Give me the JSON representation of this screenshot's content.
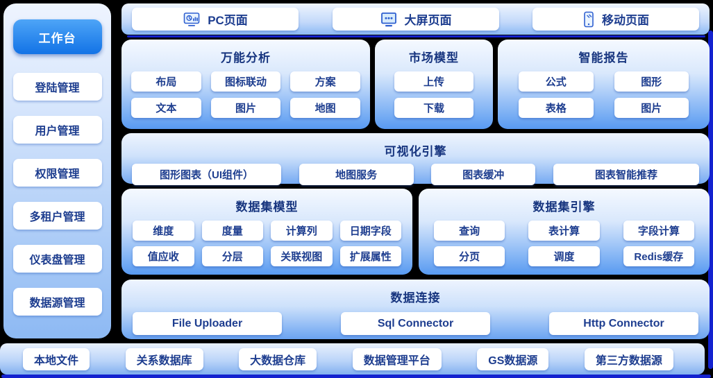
{
  "colors": {
    "accent_navy": "#1322cf",
    "active_button_top": "#4ea5f7",
    "active_button_bottom": "#1273e6",
    "text_navy": "#1d3d8f",
    "panel_gradient_bottom": "#589af1"
  },
  "sidebar": {
    "active": {
      "label": "工作台"
    },
    "items": [
      {
        "label": "登陆管理"
      },
      {
        "label": "用户管理"
      },
      {
        "label": "权限管理"
      },
      {
        "label": "多租户管理"
      },
      {
        "label": "仪表盘管理"
      },
      {
        "label": "数据源管理"
      }
    ]
  },
  "top_nav": {
    "items": [
      {
        "label": "PC页面",
        "icon": "pc-monitor-chart-icon"
      },
      {
        "label": "大屏页面",
        "icon": "bigscreen-monitor-icon"
      },
      {
        "label": "移动页面",
        "icon": "mobile-phone-icon"
      }
    ]
  },
  "panels": {
    "universal_analysis": {
      "title": "万能分析",
      "buttons": [
        "布局",
        "图标联动",
        "方案",
        "文本",
        "图片",
        "地图"
      ]
    },
    "market_model": {
      "title": "市场模型",
      "buttons": [
        "上传",
        "下载"
      ]
    },
    "smart_report": {
      "title": "智能报告",
      "buttons": [
        "公式",
        "图形",
        "表格",
        "图片"
      ]
    },
    "viz_engine": {
      "title": "可视化引擎",
      "buttons": [
        "图形图表（UI组件）",
        "地图服务",
        "图表缓冲",
        "图表智能推荐"
      ]
    },
    "dataset_model": {
      "title": "数据集模型",
      "buttons": [
        "维度",
        "度量",
        "计算列",
        "日期字段",
        "值应收",
        "分层",
        "关联视图",
        "扩展属性"
      ]
    },
    "dataset_engine": {
      "title": "数据集引擎",
      "buttons": [
        "查询",
        "表计算",
        "字段计算",
        "分页",
        "调度",
        "Redis缓存"
      ]
    },
    "data_connect": {
      "title": "数据连接",
      "buttons": [
        "File Uploader",
        "Sql Connector",
        "Http Connector"
      ]
    }
  },
  "data_sources": {
    "items": [
      "本地文件",
      "关系数据库",
      "大数据仓库",
      "数据管理平台",
      "GS数据源",
      "第三方数据源"
    ]
  }
}
